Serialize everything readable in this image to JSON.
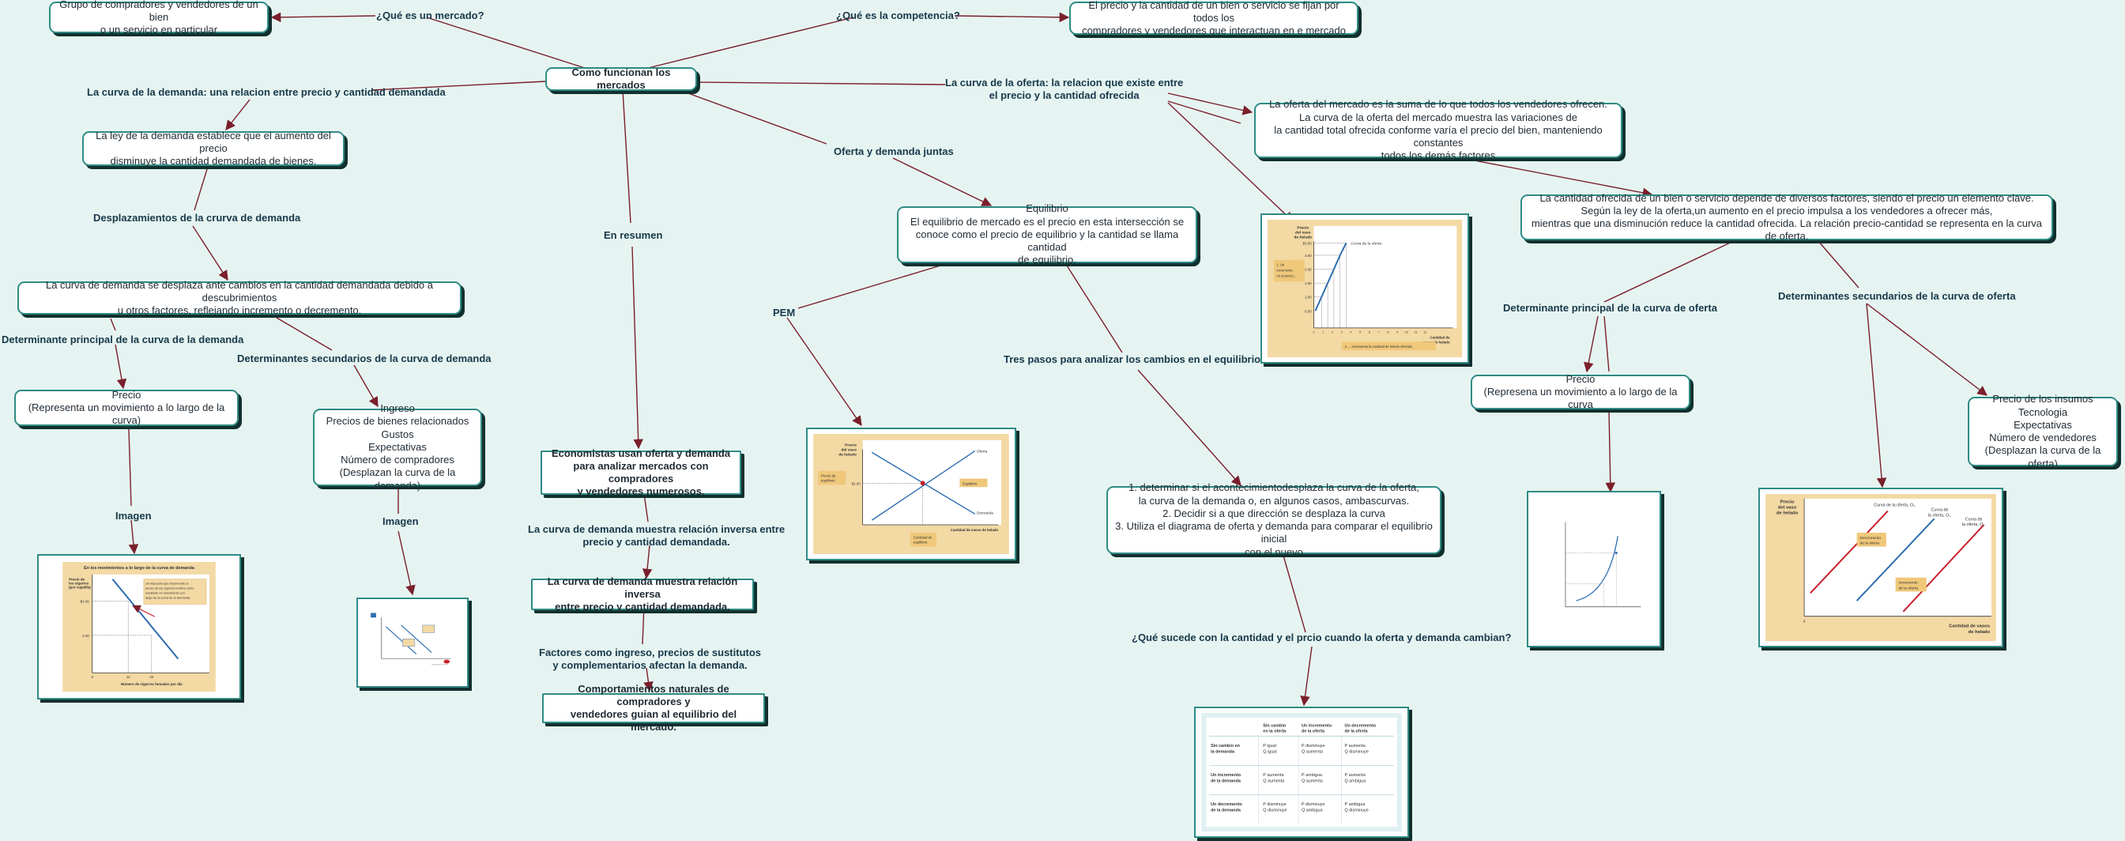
{
  "nodes": {
    "center": "Como funcionan los mercados",
    "mercado_def": [
      "Grupo de compradores y vendedores de un bien",
      "o un servicio en particular"
    ],
    "competencia_def": [
      "El precio y la cantidad de un bien o servicio se fijan por todos los",
      "compradores y vendedores que interactuan en e mercado"
    ],
    "ley_demanda": [
      "La ley de la demanda establece que el aumento del precio",
      "disminuye la cantidad demandada de bienes."
    ],
    "desplaza_demanda": [
      "La curva de demanda se desplaza ante cambios en la cantidad demandada debido a descubrimientos",
      "u otros factores, reflejando incremento o decremento."
    ],
    "precio_demanda": [
      "Precio",
      "(Representa un movimiento a lo largo de la curva)"
    ],
    "secundarios_demanda": [
      "Ingreso",
      "Precios de bienes relacionados",
      "Gustos",
      "Expectativas",
      "Número de compradores",
      "(Desplazan la curva de la demanda)"
    ],
    "resumen_1": [
      "Economistas usan oferta y demanda",
      "para analizar mercados con compradores",
      "y vendedores numerosos."
    ],
    "resumen_2": [
      "La curva de demanda muestra relación inversa",
      "entre precio y cantidad demandada."
    ],
    "resumen_3": [
      "Comportamientos naturales de compradores y",
      "vendedores guian al equilibrio del mercado."
    ],
    "equilibrio": [
      "Equilibrio",
      "El equilibrio de mercado es el precio en esta intersección se",
      "conoce como el precio de equilibrio y la cantidad se llama cantidad",
      "de equilibrio."
    ],
    "tres_pasos": [
      "1. determinar si el acontecimientodesplaza la curva de la oferta,",
      "la curva de la demanda o, en algunos casos, ambascurvas.",
      "2. Decidir si a que dirección se desplaza la curva",
      "3. Utiliza el diagrama de oferta y demanda para comparar el equilibrio inicial",
      "con el nuevo"
    ],
    "oferta_mercado": [
      "La oferta del mercado es la suma de lo que todos los vendedores ofrecen.",
      "La curva de la oferta del mercado muestra las variaciones de",
      "la cantidad total ofrecida conforme varía el precio del bien, manteniendo constantes",
      "todos los demás factores"
    ],
    "cantidad_ofrecida": [
      "La cantidad ofrecida de un bien o servicio depende de diversos factores, siendo el precio un elemento clave.",
      "Según la ley de la oferta,un aumento en el precio impulsa a los vendedores a ofrecer más,",
      "mientras que una disminución reduce la cantidad ofrecida. La relación precio-cantidad se representa en la curva de oferta."
    ],
    "precio_oferta": [
      "Precio",
      "(Represena un movimiento a lo largo de la curva"
    ],
    "secundarios_oferta": [
      "Precio de los insumos",
      "Tecnologia",
      "Expectativas",
      "Número de vendedores",
      "(Desplazan la curva de la oferta)"
    ]
  },
  "labels": {
    "que_mercado": "¿Qué es un mercado?",
    "que_competencia": "¿Qué es la competencia?",
    "curva_demanda": "La curva de la demanda: una relacion entre precio y cantidad demandada",
    "desplazamientos": "Desplazamientos de la crurva de demanda",
    "det_principal_demanda": "Determinante principal de la curva de la demanda",
    "det_secundarios_demanda": "Determinantes secundarios de la curva de demanda",
    "imagen_1": "Imagen",
    "imagen_2": "Imagen",
    "en_resumen": "En resumen",
    "resumen_link_1": [
      "La curva de demanda muestra relación inversa entre",
      "precio y cantidad demandada."
    ],
    "resumen_link_2": [
      "Factores como ingreso, precios de sustitutos",
      "y complementarios afectan la demanda."
    ],
    "oferta_demanda": "Oferta y demanda juntas",
    "pem": "PEM",
    "tres_pasos": "Tres pasos para analizar los cambios en el equilibrio",
    "que_sucede": "¿Qué sucede con la cantidad y el prcio cuando la oferta y demanda cambian?",
    "curva_oferta": [
      "La curva de la oferta: la relacion que existe entre",
      "el precio y la cantidad ofrecida"
    ],
    "det_principal_oferta": "Determinante principal de la curva de oferta",
    "det_secundarios_oferta": "Determinantes secundarios de la curva de oferta"
  },
  "figures": {
    "fig_demanda": {
      "title": "En los movimientos a lo largo de la curva de demanda",
      "ylabel": [
        "Precio de",
        "los cigarros",
        "(por cajetilla)"
      ],
      "xlabel": "Número de cigarros fumados por día",
      "yticks": [
        "$4.00",
        "2.00"
      ],
      "xticks": [
        "0",
        "12",
        "20"
      ],
      "note": [
        "Un impuesto que incremente el",
        "precio de los cigarros tendría como",
        "resultado un movimiento a lo",
        "largo de la curva de la demanda."
      ]
    },
    "fig_oferta": {
      "ylabel": [
        "Precio",
        "del vaso",
        "de helado"
      ],
      "xlabel": [
        "Cantidad de",
        "vasos de helado"
      ],
      "curve": "Curva de la oferta",
      "yticks": [
        "$3.00",
        "2.50",
        "2.00",
        "1.50",
        "1.00",
        "0.50"
      ],
      "xticks": [
        "0",
        "1",
        "2",
        "3",
        "4",
        "5",
        "6",
        "7",
        "8",
        "9",
        "10",
        "11",
        "12"
      ],
      "note_left": [
        "1. Un",
        "incremento",
        "en el precio..."
      ],
      "note_bottom": "2. ... incrementa la cantidad de helado ofrecida."
    },
    "fig_equilibrio": {
      "ylabel": [
        "Precio",
        "del vaso",
        "de helado"
      ],
      "xlabel": "Cantidad de vasos de helado",
      "oferta": "Oferta",
      "demanda": "Demanda",
      "price_label": [
        "Precio de",
        "equilibrio"
      ],
      "equilibrio": "Equilibrio",
      "ytick": "$2.00",
      "qty_label": [
        "Cantidad de",
        "equilibrio"
      ]
    },
    "fig_desplaza_oferta": {
      "ylabel": [
        "Precio",
        "del vaso",
        "de helado"
      ],
      "xlabel": [
        "Cantidad de vasos",
        "de helado"
      ],
      "curves": [
        "Curva de la oferta, O₃",
        "Curva de",
        "la oferta, O₁",
        "Curva de",
        "la oferta, O₂"
      ],
      "decremento": [
        "Decremento",
        "de la oferta"
      ],
      "incremento": [
        "Incremento",
        "de la oferta"
      ],
      "origin": "0"
    },
    "fig_tabla": {
      "headers": [
        [
          "Sin cambio",
          "en la oferta"
        ],
        [
          "Un incremento",
          "de la oferta"
        ],
        [
          "Un decremento",
          "de la oferta"
        ]
      ],
      "rows": [
        {
          "label": [
            "Sin cambio en",
            "la demanda"
          ],
          "cells": [
            [
              "P igual",
              "Q igual"
            ],
            [
              "P disminuye",
              "Q aumenta"
            ],
            [
              "P aumenta",
              "Q disminuye"
            ]
          ]
        },
        {
          "label": [
            "Un incremento",
            "de la demanda"
          ],
          "cells": [
            [
              "P aumenta",
              "Q aumenta"
            ],
            [
              "P ambigua",
              "Q aumenta"
            ],
            [
              "P aumenta",
              "Q ambigua"
            ]
          ]
        },
        {
          "label": [
            "Un decremento",
            "de la demanda"
          ],
          "cells": [
            [
              "P disminuye",
              "Q disminuye"
            ],
            [
              "P disminuye",
              "Q ambigua"
            ],
            [
              "P ambigua",
              "Q disminuye"
            ]
          ]
        }
      ]
    }
  },
  "colors": {
    "background": "#e6f4f1",
    "node_border": "#2e8b84",
    "node_shadow": "#11302e",
    "link": "#7a1f2b",
    "figure_bg": "#f3d9a4",
    "curve_red": "#c8202a",
    "curve_blue": "#2a6cb0"
  }
}
